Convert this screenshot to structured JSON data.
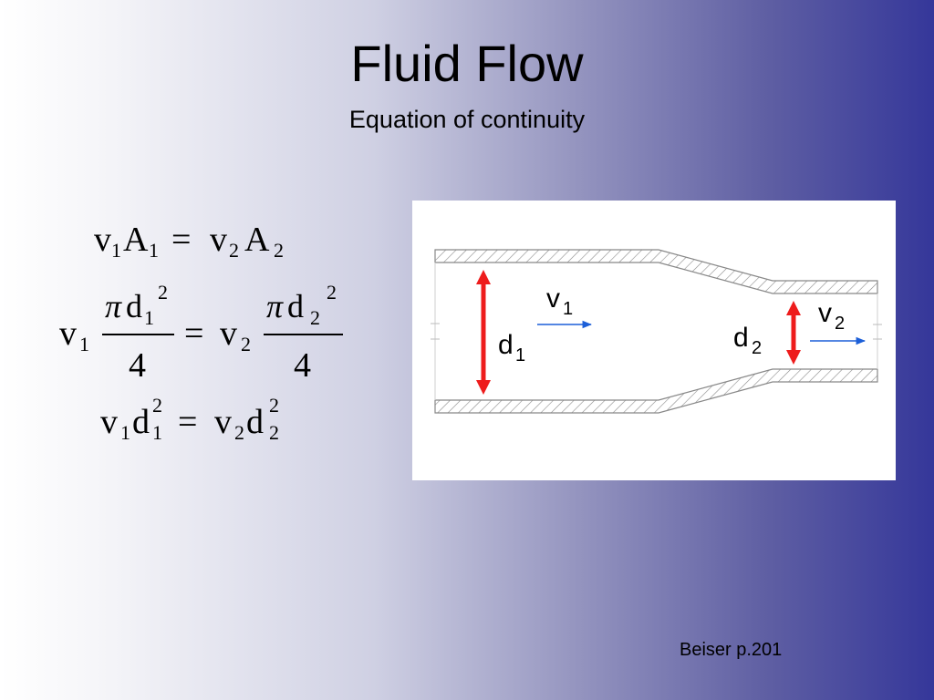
{
  "slide": {
    "title": "Fluid Flow",
    "subtitle": "Equation of continuity",
    "citation": "Beiser p.201"
  },
  "equations": {
    "eq1": {
      "v1": "v",
      "sub1": "1",
      "A1": "A",
      "subA1": "1",
      "eq": "=",
      "v2": "v",
      "sub2": "2",
      "A2": "A",
      "subA2": "2"
    },
    "eq2": {
      "v1": "v",
      "sub1": "1",
      "pi": "π",
      "d": "d",
      "dsub1": "1",
      "exp": "2",
      "denom": "4",
      "eq": "=",
      "v2": "v",
      "sub2": "2",
      "dsub2": "2"
    },
    "eq3": {
      "v1": "v",
      "sub1": "1",
      "d": "d",
      "exp": "2",
      "dsub1": "1",
      "eq": "=",
      "v2": "v",
      "sub2": "2",
      "dsub2": "2"
    }
  },
  "figure": {
    "d1": "d",
    "d1_sub": "1",
    "d2": "d",
    "d2_sub": "2",
    "v1": "v",
    "v1_sub": "1",
    "v2": "v",
    "v2_sub": "2",
    "colors": {
      "diameter_arrow": "#ee1c1c",
      "velocity_arrow": "#1c5fd8",
      "pipe_hatch": "#8a8a8a"
    }
  }
}
